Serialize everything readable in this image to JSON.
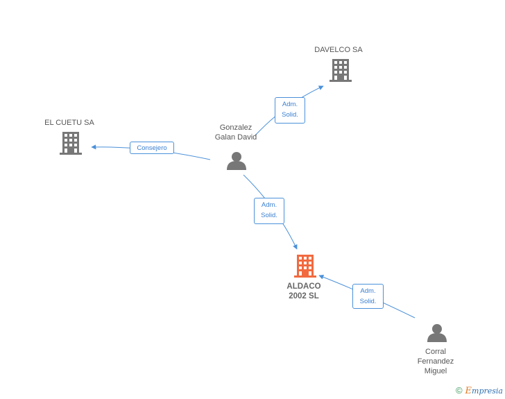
{
  "nodes": {
    "el_cuetu": {
      "label": "EL CUETU SA",
      "type": "company",
      "color": "#777777"
    },
    "davelco": {
      "label": "DAVELCO SA",
      "type": "company",
      "color": "#777777"
    },
    "gonzalez": {
      "label_line1": "Gonzalez",
      "label_line2": "Galan David",
      "type": "person",
      "color": "#777777"
    },
    "aldaco": {
      "label_line1": "ALDACO",
      "label_line2": "2002 SL",
      "type": "company",
      "color": "#f26a3f"
    },
    "corral": {
      "label_line1": "Corral",
      "label_line2": "Fernandez",
      "label_line3": "Miguel",
      "type": "person",
      "color": "#777777"
    }
  },
  "edges": {
    "consejero": {
      "label": "Consejero",
      "from": "Gonzalez Galan David",
      "to": "EL CUETU SA"
    },
    "gonzalez_davelco": {
      "line1": "Adm.",
      "line2": "Solid.",
      "from": "Gonzalez Galan David",
      "to": "DAVELCO SA"
    },
    "gonzalez_aldaco": {
      "line1": "Adm.",
      "line2": "Solid.",
      "from": "Gonzalez Galan David",
      "to": "ALDACO 2002 SL"
    },
    "corral_aldaco": {
      "line1": "Adm.",
      "line2": "Solid.",
      "from": "Corral Fernandez Miguel",
      "to": "ALDACO 2002 SL"
    }
  },
  "colors": {
    "edge": "#4a90d9",
    "accent": "#f26a3f",
    "icon": "#777777"
  },
  "footer": {
    "copyright_symbol": "©",
    "brand_initial": "E",
    "brand_rest": "mpresia"
  }
}
